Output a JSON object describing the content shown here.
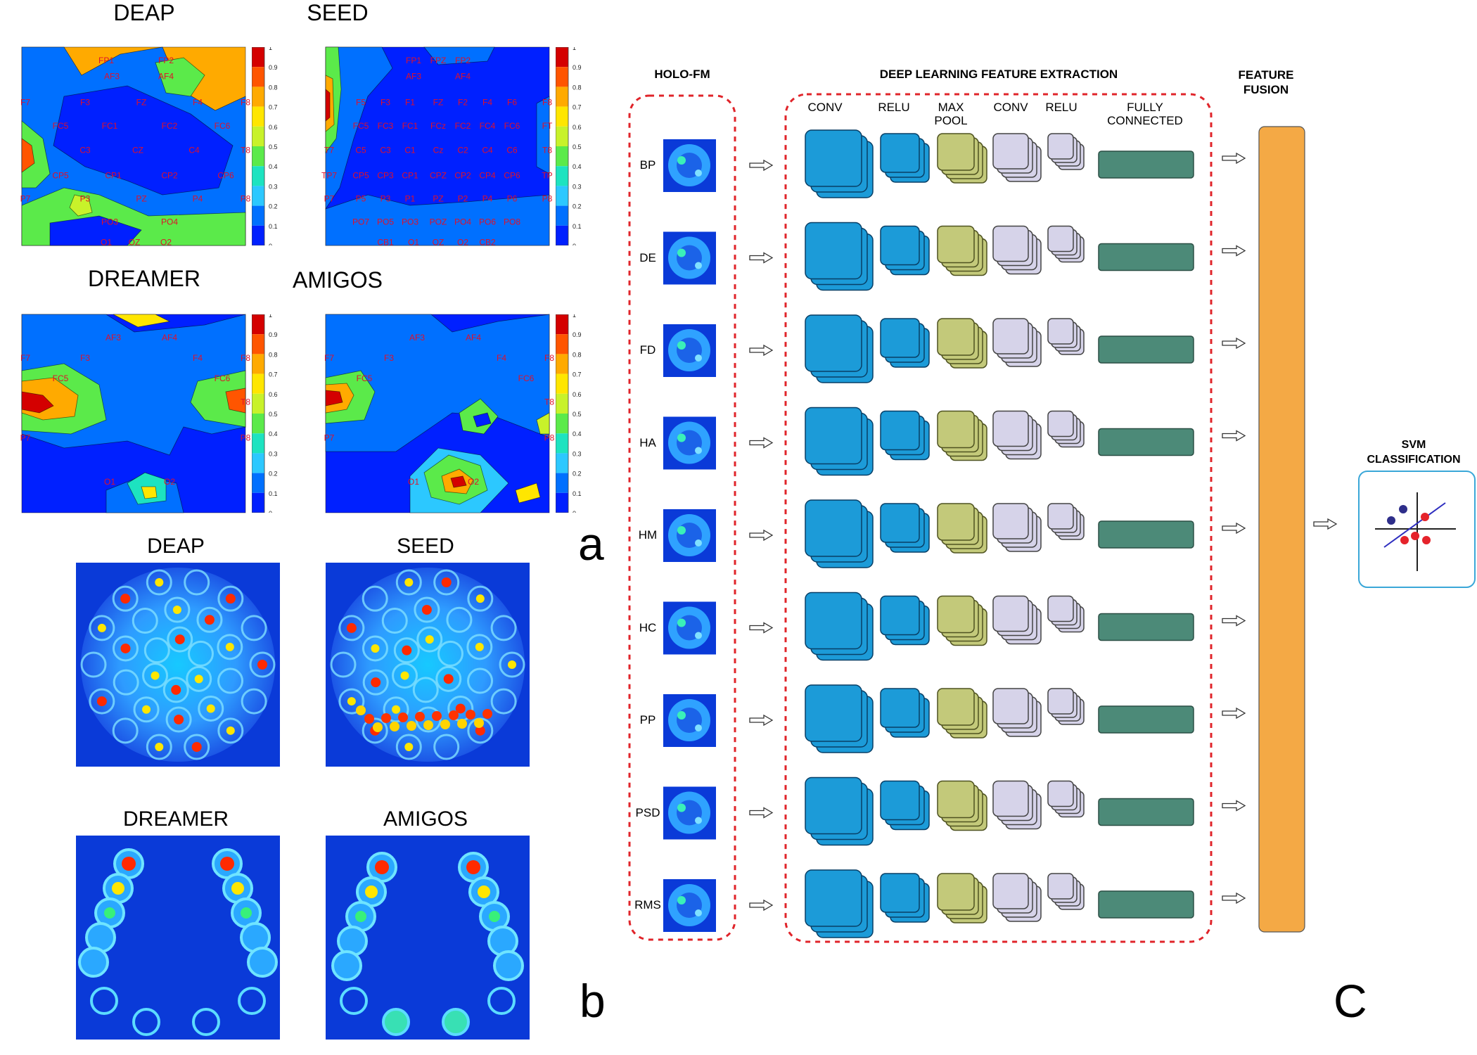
{
  "panel_a": {
    "colorbar_ticks": [
      "1",
      "0.9",
      "0.8",
      "0.7",
      "0.6",
      "0.5",
      "0.4",
      "0.3",
      "0.2",
      "0.1",
      "0"
    ],
    "maps": [
      {
        "title": "DEAP",
        "electrodes": [
          "FP1",
          "FP2",
          "AF3",
          "AF4",
          "F7",
          "F3",
          "FZ",
          "F4",
          "F8",
          "FC5",
          "FC1",
          "FC2",
          "FC6",
          "C3",
          "CZ",
          "C4",
          "T8",
          "CP5",
          "CP1",
          "CP2",
          "CP6",
          "P7",
          "P3",
          "PZ",
          "P4",
          "P8",
          "PO3",
          "PO4",
          "O1",
          "OZ",
          "O2"
        ]
      },
      {
        "title": "SEED",
        "electrodes": [
          "FP1",
          "FPZ",
          "FP2",
          "AF3",
          "AF4",
          "F5",
          "F3",
          "F1",
          "FZ",
          "F2",
          "F4",
          "F6",
          "F8",
          "FC5",
          "FC3",
          "FC1",
          "FCz",
          "FC2",
          "FC4",
          "FC6",
          "FT",
          "T7",
          "C5",
          "C3",
          "C1",
          "Cz",
          "C2",
          "C4",
          "C6",
          "T8",
          "TP7",
          "CP5",
          "CP3",
          "CP1",
          "CPZ",
          "CP2",
          "CP4",
          "CP6",
          "TP",
          "P7",
          "P5",
          "P3",
          "P1",
          "PZ",
          "P2",
          "P4",
          "P6",
          "P8",
          "PO7",
          "PO5",
          "PO3",
          "POZ",
          "PO4",
          "PO6",
          "PO8",
          "CB1",
          "O1",
          "OZ",
          "O2",
          "CB2"
        ]
      },
      {
        "title": "DREAMER",
        "electrodes": [
          "AF3",
          "AF4",
          "F7",
          "F3",
          "F4",
          "F8",
          "FC5",
          "FC6",
          "T8",
          "P7",
          "P8",
          "O1",
          "O2"
        ]
      },
      {
        "title": "AMIGOS",
        "electrodes": [
          "AF3",
          "AF4",
          "F7",
          "F3",
          "F4",
          "F8",
          "FC5",
          "FC6",
          "T8",
          "P7",
          "P8",
          "O1",
          "O2"
        ]
      }
    ],
    "letter": "a"
  },
  "panel_b": {
    "titles": [
      "DEAP",
      "SEED",
      "DREAMER",
      "AMIGOS"
    ],
    "letter": "b"
  },
  "panel_c": {
    "holo_title": "HOLO-FM",
    "dl_title": "DEEP LEARNING FEATURE EXTRACTION",
    "fusion_title_1": "FEATURE",
    "fusion_title_2": "FUSION",
    "svm_title_1": "SVM",
    "svm_title_2": "CLASSIFICATION",
    "layers": [
      {
        "line1": "CONV",
        "line2": ""
      },
      {
        "line1": "RELU",
        "line2": ""
      },
      {
        "line1": "MAX",
        "line2": "POOL"
      },
      {
        "line1": "CONV",
        "line2": ""
      },
      {
        "line1": "RELU",
        "line2": ""
      },
      {
        "line1": "FULLY",
        "line2": "CONNECTED"
      }
    ],
    "features": [
      "BP",
      "DE",
      "FD",
      "HA",
      "HM",
      "HC",
      "PP",
      "PSD",
      "RMS"
    ],
    "letter": "C"
  },
  "colors": {
    "conv": "#1c9bd8",
    "relu": "#1c9bd8",
    "pool": "#c3c97a",
    "conv2": "#d6d3e9",
    "fc": "#4c8a78",
    "fusion": "#f4a945",
    "dash": "#e0242a",
    "svm_border": "#3aa7d8"
  }
}
